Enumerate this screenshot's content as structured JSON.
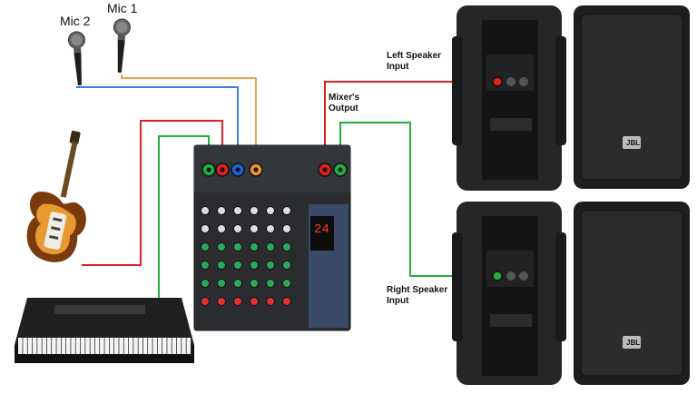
{
  "labels": {
    "mic2": "Mic 2",
    "mic1": "Mic 1",
    "left_speaker_line1": "Left Speaker",
    "left_speaker_line2": "Input",
    "mixer_output_line1": "Mixer's",
    "mixer_output_line2": "Output",
    "right_speaker_line1": "Right Speaker",
    "right_speaker_line2": "Input"
  },
  "speaker_logo": "JBL",
  "mixer_display": "24",
  "cable_colors": {
    "mic2": "#3d7fd6",
    "mic1": "#f0a050",
    "guitar": "#e02020",
    "keyboard": "#22b040",
    "left_output": "#e02020",
    "right_output": "#22b040"
  }
}
